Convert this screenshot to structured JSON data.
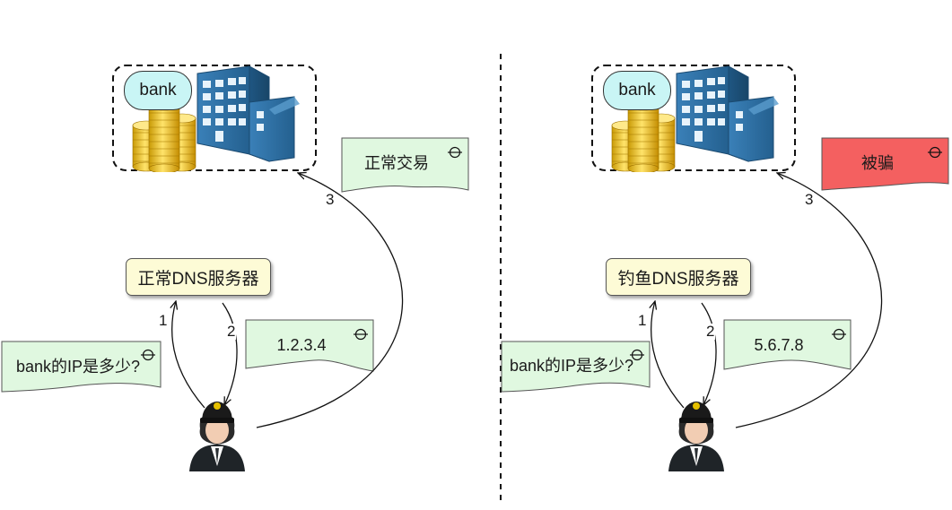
{
  "left": {
    "bank_label": "bank",
    "dns_label": "正常DNS服务器",
    "query_note": "bank的IP是多少?",
    "answer_note": "1.2.3.4",
    "result_note": "正常交易",
    "steps": [
      "1",
      "2",
      "3"
    ]
  },
  "right": {
    "bank_label": "bank",
    "dns_label": "钓鱼DNS服务器",
    "query_note": "bank的IP是多少?",
    "answer_note": "5.6.7.8",
    "result_note": "被骗",
    "steps": [
      "1",
      "2",
      "3"
    ]
  },
  "colors": {
    "note_green": "#e0f8e0",
    "note_red": "#f46060",
    "dns_fill": "#fdfbd6",
    "bank_pill": "#c9f5f5",
    "building": "#2d6c9e"
  },
  "icons": [
    "coins-icon",
    "building-icon",
    "user-icon",
    "note-marker-icon"
  ]
}
